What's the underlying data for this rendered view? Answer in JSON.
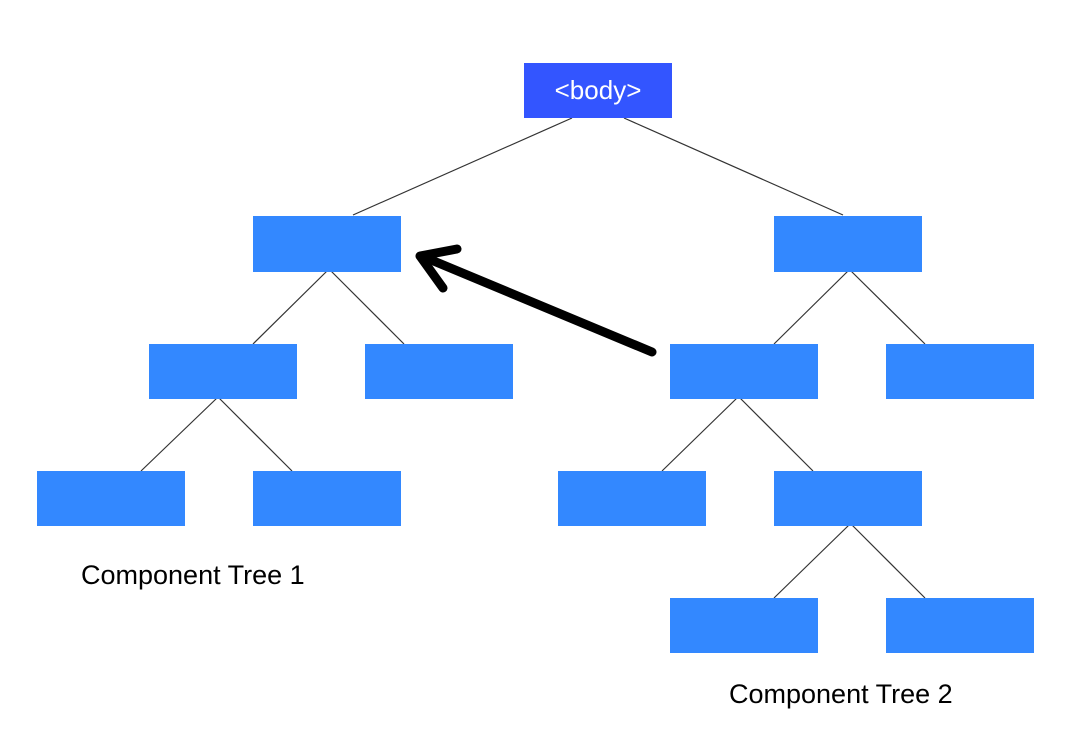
{
  "root": {
    "label": "<body>"
  },
  "captions": {
    "tree1": "Component Tree 1",
    "tree2": "Component Tree 2"
  },
  "colors": {
    "root_node": "#3355ff",
    "node": "#3388ff",
    "edge": "#333333",
    "arrow": "#000000",
    "text_on_root": "#ffffff"
  }
}
